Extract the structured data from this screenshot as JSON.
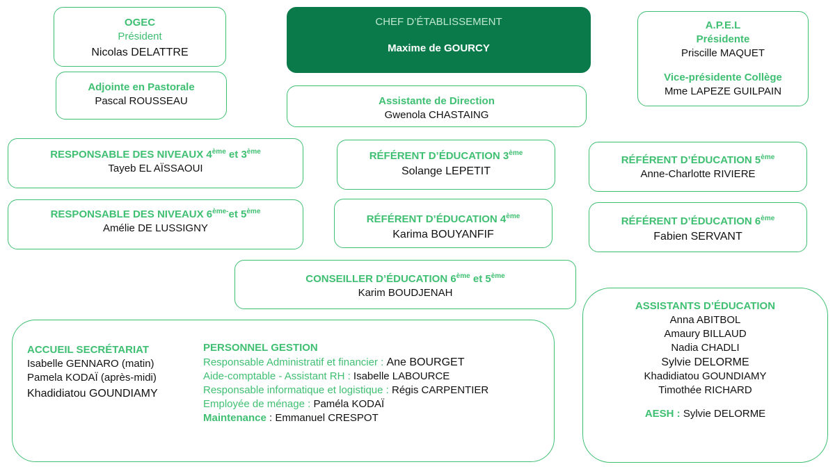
{
  "ogec": {
    "title": "OGEC",
    "role": "Président",
    "name": "Nicolas DELATTRE"
  },
  "chef": {
    "title": "CHEF D’ÉTABLISSEMENT",
    "name": "Maxime de GOURCY"
  },
  "apel": {
    "title": "A.P.E.L",
    "role": "Présidente",
    "name": "Priscille MAQUET",
    "vp_role": "Vice-présidente Collège",
    "vp_name": "Mme LAPEZE GUILPAIN"
  },
  "pastorale": {
    "title": "Adjointe en Pastorale",
    "name": "Pascal ROUSSEAU"
  },
  "assistante": {
    "title": "Assistante de Direction",
    "name": "Gwenola CHASTAING"
  },
  "resp_4_3": {
    "title": "RESPONSABLE DES NIVEAUX 4",
    "sup1": "ème",
    "mid": " et 3",
    "sup2": "ème",
    "name": "Tayeb EL AÏSSAOUI"
  },
  "resp_6_5": {
    "title": "RESPONSABLE DES NIVEAUX 6",
    "sup1": "ème-",
    "mid": "et 5",
    "sup2": "ème",
    "name": "Amélie DE LUSSIGNY"
  },
  "ref_3": {
    "title": "RÉFÉRENT D’ÉDUCATION 3",
    "sup": "ème",
    "name": "Solange LEPETIT"
  },
  "ref_4": {
    "title": "RÉFÉRENT D’ÉDUCATION 4",
    "sup": "ème",
    "name": "Karima BOUYANFIF"
  },
  "ref_5": {
    "title": "RÉFÉRENT D’ÉDUCATION 5",
    "sup": "ème",
    "name": "Anne-Charlotte RIVIERE"
  },
  "ref_6": {
    "title": "RÉFÉRENT D’ÉDUCATION 6",
    "sup": "ème",
    "name": "Fabien SERVANT"
  },
  "conseiller": {
    "title": "CONSEILLER D’ÉDUCATION 6",
    "sup1": "ème",
    "mid": " et 5",
    "sup2": "ème",
    "name": "Karim BOUDJENAH"
  },
  "accueil": {
    "title": "ACCUEIL SECRÉTARIAT",
    "people": [
      "Isabelle GENNARO (matin)",
      "Pamela KODAÏ (après-midi)",
      "Khadidiatou GOUNDIAMY"
    ]
  },
  "gestion": {
    "title": "PERSONNEL GESTION",
    "rows": [
      {
        "role": "Responsable  Administratif et financier : ",
        "name": "Ane BOURGET"
      },
      {
        "role": "Aide-comptable - Assistant RH : ",
        "name": "Isabelle LABOURCE"
      },
      {
        "role": "Responsable  informatique et logistique :  ",
        "name": "Régis CARPENTIER"
      },
      {
        "role": "Employée de ménage : ",
        "name": "Paméla KODAÏ"
      },
      {
        "role": "Maintenance",
        "name": " : Emmanuel CRESPOT"
      }
    ]
  },
  "assistants": {
    "title": "ASSISTANTS D’ÉDUCATION",
    "people": [
      "Anna ABITBOL",
      "Amaury BILLAUD",
      "Nadia CHADLI",
      "Sylvie DELORME",
      "Khadidiatou GOUNDIAMY",
      "Timothée RICHARD"
    ],
    "aesh_label": "AESH : ",
    "aesh_name": "Sylvie DELORME"
  }
}
